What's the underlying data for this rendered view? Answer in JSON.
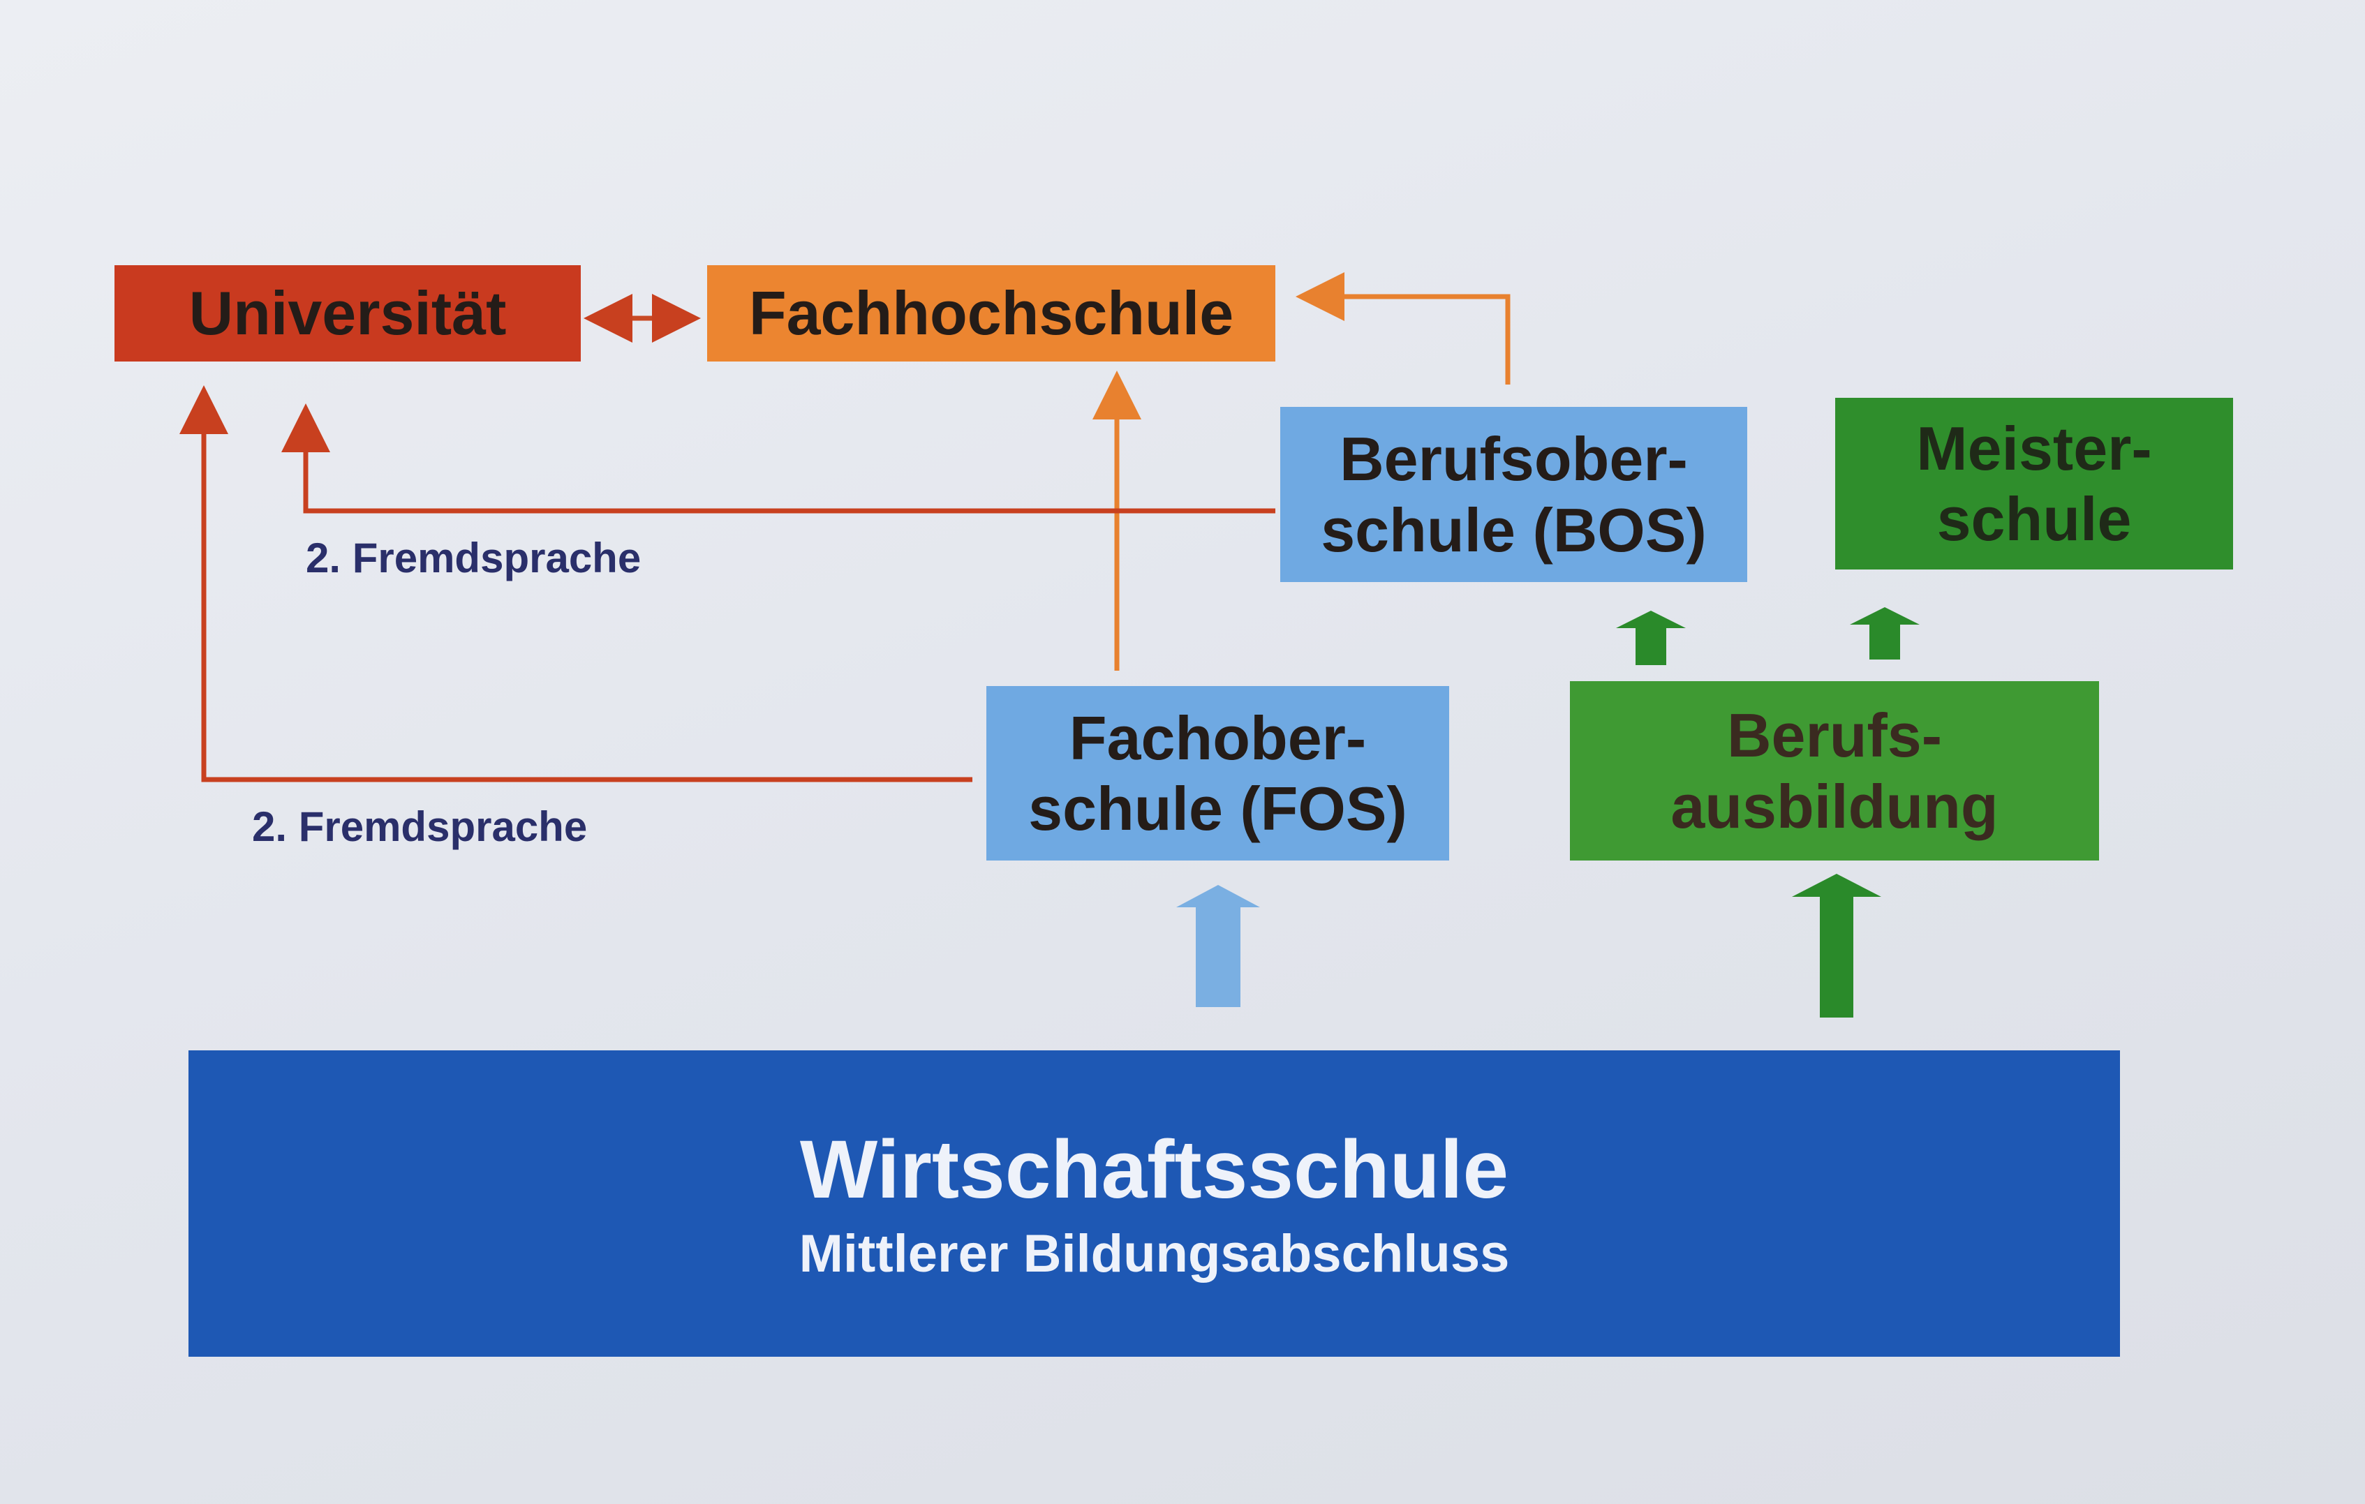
{
  "diagram": {
    "universitaet": "Universität",
    "fachhochschule": "Fachhochschule",
    "bos": [
      "Berufsober-",
      "schule (BOS)"
    ],
    "meisterschule": [
      "Meister-",
      "schule"
    ],
    "fos": [
      "Fachober-",
      "schule (FOS)"
    ],
    "berufsausbildung": [
      "Berufs-",
      "ausbildung"
    ],
    "wirtschaftsschule": {
      "title": "Wirtschaftsschule",
      "subtitle": "Mittlerer Bildungsabschluss"
    },
    "labels": {
      "bos_to_uni": "2. Fremdsprache",
      "fos_to_uni": "2. Fremdsprache"
    }
  },
  "colors": {
    "universitaet": "#c93a1f",
    "fachhochschule": "#ec8530",
    "fos_bos": "#6fa9e2",
    "green": "#3f9a33",
    "wirtschaftsschule": "#1e58b4"
  }
}
